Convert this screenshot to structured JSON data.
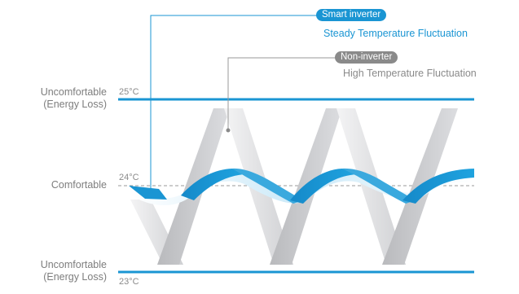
{
  "zones": {
    "upper": {
      "label_line1": "Uncomfortable",
      "label_line2": "(Energy Loss)",
      "temp": "25°C"
    },
    "middle": {
      "label": "Comfortable",
      "temp": "24°C"
    },
    "lower": {
      "label_line1": "Uncomfortable",
      "label_line2": "(Energy Loss)",
      "temp": "23°C"
    }
  },
  "legend": {
    "smart": {
      "tag": "Smart inverter",
      "description": "Steady Temperature Fluctuation"
    },
    "non_inverter": {
      "tag": "Non-inverter",
      "description": "High Temperature Fluctuation"
    }
  },
  "colors": {
    "blue": "#1a95d3",
    "blue_light": "#6cc3ee",
    "gray_tag": "#8a8a8a",
    "gray_band": "#c9c9cc"
  }
}
